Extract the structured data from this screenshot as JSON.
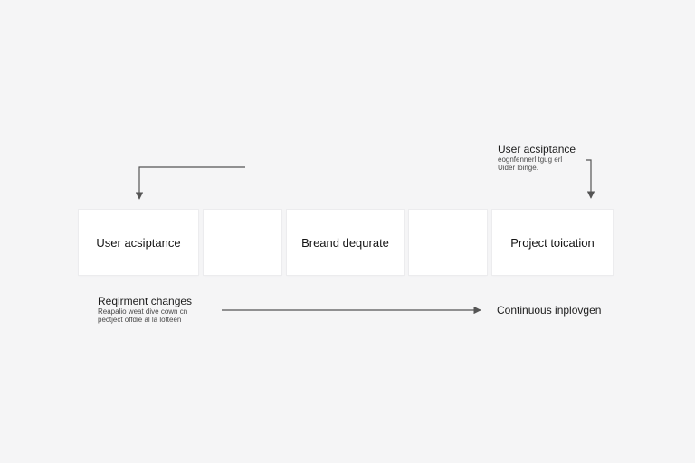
{
  "boxes": [
    {
      "label": "User acsiptance"
    },
    {
      "label": ""
    },
    {
      "label": "Breand dequrate"
    },
    {
      "label": ""
    },
    {
      "label": "Project toication"
    }
  ],
  "notes": {
    "top_right": {
      "title": "User acsiptance",
      "lines": [
        "eognfennerl tgug erl",
        "Uider loinge."
      ]
    },
    "bottom_left": {
      "title": "Reqirment changes",
      "lines": [
        "Reapalio weat dive cown cn",
        "pectject offdie al la lotteen"
      ]
    },
    "bottom_right_label": "Continuous inplovgen"
  },
  "colors": {
    "background": "#f5f5f6",
    "box_fill": "#ffffff",
    "connector": "#555555"
  }
}
